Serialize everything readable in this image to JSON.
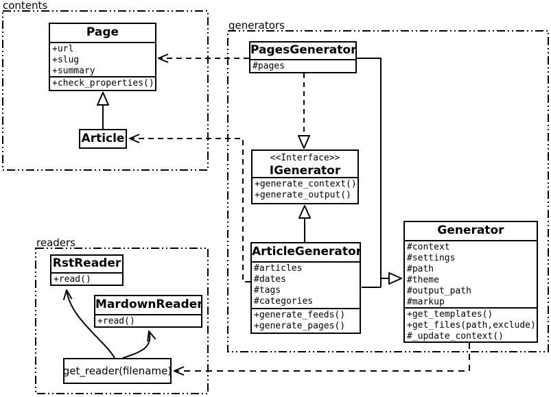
{
  "diagram": {
    "title": "UML class diagram",
    "colors": {
      "line": "#000000",
      "background": "#ffffff"
    },
    "packages": {
      "contents": {
        "label": "contents"
      },
      "generators": {
        "label": "generators"
      },
      "readers": {
        "label": "readers"
      }
    },
    "classes": {
      "page": {
        "name": "Page",
        "attributes": [
          "+url",
          "+slug",
          "+summary"
        ],
        "methods": [
          "+check_properties()"
        ]
      },
      "article": {
        "name": "Article"
      },
      "pages_generator": {
        "name": "PagesGenerator",
        "attributes": [
          "#pages"
        ]
      },
      "igenerator": {
        "stereotype": "<<Interface>>",
        "name": "IGenerator",
        "methods": [
          "+generate_context()",
          "+generate_output()"
        ]
      },
      "article_generator": {
        "name": "ArticleGenerator",
        "attributes": [
          "#articles",
          "#dates",
          "#tags",
          "#categories"
        ],
        "methods": [
          "+generate_feeds()",
          "+generate_pages()"
        ]
      },
      "generator": {
        "name": "Generator",
        "attributes": [
          "#context",
          "#settings",
          "#path",
          "#theme",
          "#output_path",
          "#markup"
        ],
        "methods": [
          "+get_templates()",
          "+get_files(path,exclude)",
          "#_update_context()"
        ]
      },
      "rst_reader": {
        "name": "RstReader",
        "methods": [
          "+read()"
        ]
      },
      "mardown_reader": {
        "name": "MardownReader",
        "methods": [
          "+read()"
        ]
      },
      "get_reader": {
        "label": "get_reader(filename)"
      }
    },
    "relationships": [
      {
        "type": "generalization",
        "from": "Article",
        "to": "Page"
      },
      {
        "type": "realization",
        "from": "PagesGenerator",
        "to": "IGenerator"
      },
      {
        "type": "generalization",
        "from": "ArticleGenerator",
        "to": "IGenerator"
      },
      {
        "type": "generalization",
        "from": "PagesGenerator",
        "to": "Generator"
      },
      {
        "type": "generalization",
        "from": "ArticleGenerator",
        "to": "Generator"
      },
      {
        "type": "dependency",
        "from": "PagesGenerator",
        "to": "Page"
      },
      {
        "type": "dependency",
        "from": "ArticleGenerator",
        "to": "Article"
      },
      {
        "type": "dependency",
        "from": "Generator",
        "to": "get_reader(filename)"
      },
      {
        "type": "arrow",
        "from": "get_reader(filename)",
        "to": "RstReader"
      },
      {
        "type": "arrow",
        "from": "get_reader(filename)",
        "to": "MardownReader"
      }
    ]
  }
}
